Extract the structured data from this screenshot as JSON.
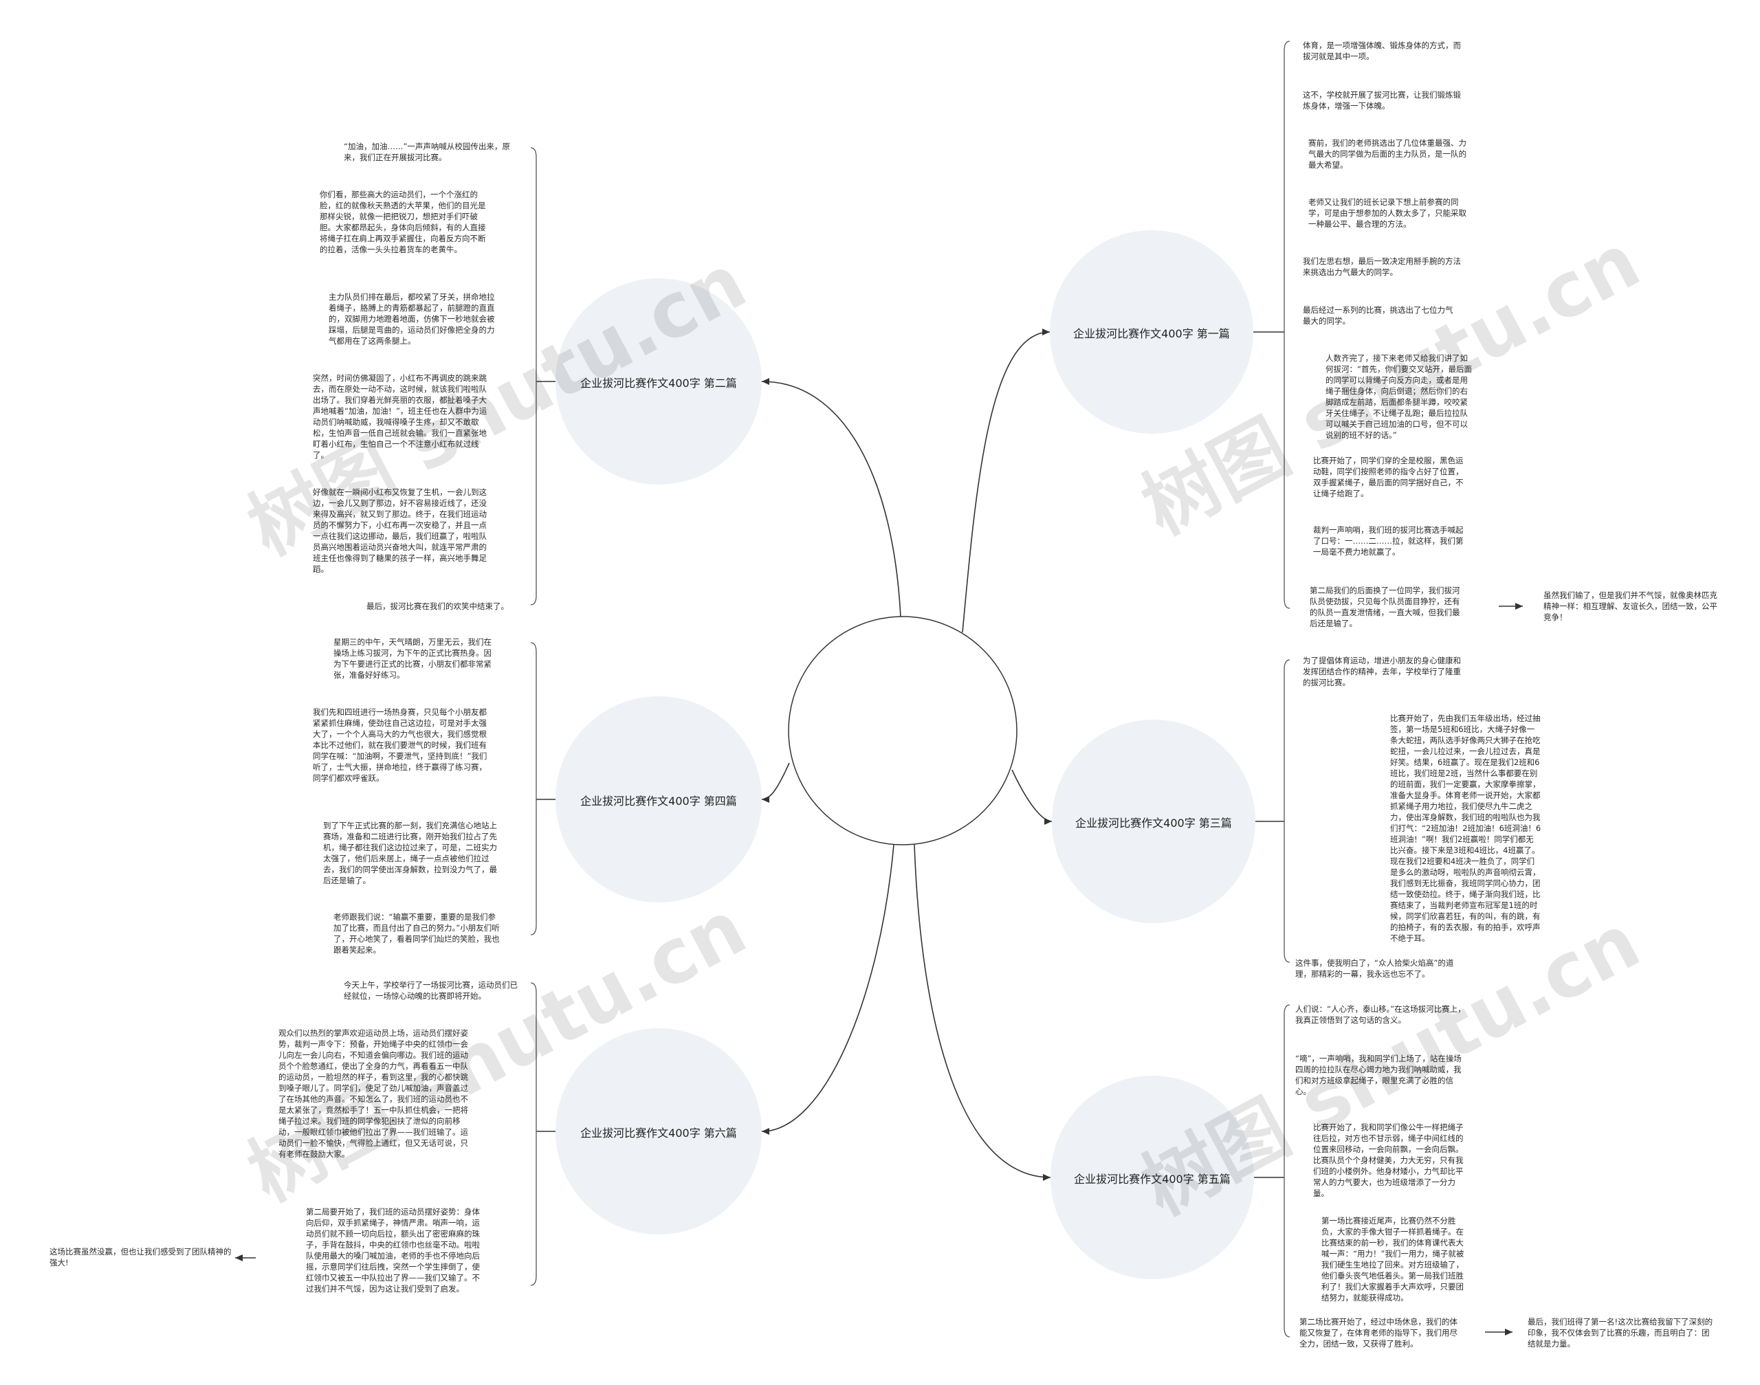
{
  "topics": {
    "t1": "企业拔河比赛作文400字 第一篇",
    "t2": "企业拔河比赛作文400字 第二篇",
    "t3": "企业拔河比赛作文400字 第三篇",
    "t4": "企业拔河比赛作文400字 第四篇",
    "t5": "企业拔河比赛作文400字 第五篇",
    "t6": "企业拔河比赛作文400字 第六篇"
  },
  "t1_items": [
    "体育，是一项增强体魄、锻炼身体的方式，而拔河就是其中一项。",
    "这不，学校就开展了拔河比赛，让我们锻炼锻炼身体，增强一下体魄。",
    "赛前，我们的老师挑选出了几位体重最强、力气最大的同学做为后面的主力队员，是一队的最大希望。",
    "老师又让我们的班长记录下想上前参赛的同学，可是由于想参加的人数太多了，只能采取一种最公平、最合理的方法。",
    "我们左思右想，最后一致决定用掰手腕的方法来挑选出力气最大的同学。",
    "最后经过一系列的比赛，挑选出了七位力气最大的同学。",
    "人数齐完了，接下来老师又给我们讲了如何拔河：“首先，你们要交叉站开，最后面的同学可以背绳子向反方向走，或者是用绳子捆住身体，向后倒退；然后你们的右脚踏成左前踏，后面都条腿半蹲，咬咬紧牙关住绳子，不让绳子乱跑；最后拉拉队可以喊关于自己班加油的口号，但不可以说别的班不好的话。”",
    "比赛开始了，同学们穿的全是校服，黑色运动鞋，同学们按照老师的指令占好了位置，双手握紧绳子，最后面的同学捆好自己，不让绳子给跑了。",
    "裁判一声响哨，我们班的拔河比赛选手喊起了口号：一……二……拉，就这样，我们第一局毫不费力地就赢了。",
    "第二局我们的后面换了一位同学，我们拔河队员使劲拔，只见每个队员面目狰狞，还有的队员一直发泄情绪，一直大喊，但我们最后还是输了。"
  ],
  "t1_sub": "虽然我们输了，但是我们并不气馁，就像奥林匹克精神一样：相互理解、友谊长久，团结一致，公平竞争！",
  "t2_items": [
    "“加油，加油……”一声声呐喊从校园传出来，原来，我们正在开展拔河比赛。",
    "你们看，那些高大的运动员们，一个个涨红的脸，红的就像秋天熟透的大苹果，他们的目光是那样尖锐，就像一把把锐刀，想把对手们吓破胆。大家都昂起头，身体向后倾斜，有的人直接将绳子扛在肩上再双手紧握住，向着反方向不断的拉着，活像一头头拉着货车的老黄牛。",
    "主力队员们排在最后，都咬紧了牙关，拼命地拉着绳子，胳膊上的青筋都暴起了，前腿蹬的直直的，双脚用力地蹬着地面，仿佛下一秒地就会被踩塌，后腿是弯曲的，运动员们好像把全身的力气都用在了这两条腿上。",
    "突然，时间仿佛凝固了，小红布不再调皮的跳来跳去，而在原处一动不动，这时候，就该我们啦啦队出场了。我们穿着光鲜亮丽的衣服，都扯着嗓子大声地喊着“加油，加油！”，班主任也在人群中为运动员们呐喊助威，我喊得嗓子生疼，却又不敢歇松，生怕声音一低自己班就会输。我们一直紧张地盯着小红布，生怕自己一个不注意小红布就过线了。",
    "好像就在一瞬间小红布又恢复了生机，一会儿到这边，一会儿又到了那边，好不容易接近线了，还没来得及高兴，就又到了那边。终于，在我们班运动员的不懈努力下，小红布再一次安稳了，并且一点一点往我们这边挪动，最后，我们班赢了，啦啦队员高兴地围着运动员兴奋地大叫，就连平常严肃的班主任也像得到了糖果的孩子一样，高兴地手舞足蹈。",
    "最后，拔河比赛在我们的欢笑中结束了。"
  ],
  "t3_items": [
    "为了提倡体育运动，增进小朋友的身心健康和发挥团结合作的精神，去年，学校举行了隆重的拔河比赛。",
    "比赛开始了，先由我们五年级出场，经过抽签，第一场是5班和6班比，大绳子好像一条大蛇扭，两队选手好像两只大狮子在抢吃蛇扭，一会儿拉过来，一会儿拉过去，真是好笑。结果，6班赢了。现在是我们2班和6班比，我们班是2班，当然什么事都要在别的班前面，我们一定要赢，大家摩拳擦掌，准备大显身手。体育老师一说开始，大家都抓紧绳子用力地拉，我们使尽九牛二虎之力，使出浑身解数，我们班的啦啦队也为我们打气：“2班加油！2班加油！6班洞油！6班洞油！”啊！我们2班赢啦！同学们都无比兴奋。接下来是3班和4班比，4班赢了。现在我们2班要和4班决一胜负了，同学们是多么的激动呀，啦啦队的声音响彻云霄，我们感到无比振奋，我班同学同心协力，团结一致使劲拉。终于，绳子渐向我们班，比赛结束了，当裁判老师宣布冠军是1班的时候，同学们欣喜若狂，有的叫，有的跳，有的拍椅子，有的丢衣服，有的拍手，欢呼声不绝于耳。",
    "这件事，使我明白了，“众人拾柴火焰高”的道理，那精彩的一幕，我永远也忘不了。"
  ],
  "t4_items": [
    "星期三的中午，天气晴朗，万里无云，我们在操场上练习拔河，为下午的正式比赛热身。因为下午要进行正式的比赛，小朋友们都非常紧张，准备好好练习。",
    "我们先和四班进行一场热身赛，只见每个小朋友都紧紧抓住麻绳，使劲往自己这边拉，可是对手太强大了，一个个人高马大的力气也很大，我们感觉根本比不过他们，就在我们要泄气的时候，我们班有同学在喊：“加油啊，不要泄气，坚持到底！”我们听了，士气大振，拼命地拉，终于赢得了练习赛，同学们都欢呼雀跃。",
    "到了下午正式比赛的那一刻，我们充满信心地站上赛场，准备和二班进行比赛，刚开始我们拉占了先机，绳子都往我们这边拉过来了，可是，二班实力太强了，他们后来居上，绳子一点点被他们拉过去，我们的同学使出浑身解数，拉到没力气了，最后还是输了。",
    "老师跟我们说：“输赢不重要，重要的是我们参加了比赛，而且付出了自己的努力。”小朋友们听了，开心地笑了，看着同学们灿烂的笑脸，我也跟着笑起来。"
  ],
  "t5_items": [
    "人们说：“人心齐，泰山移。”在这场拔河比赛上，我真正领悟到了这句话的含义。",
    "“嘀”，一声响哨，我和同学们上场了，站在操场四周的拉拉队在尽心竭力地为我们呐喊助威，我们和对方班级拿起绳子，眼里充满了必胜的信心。",
    "比赛开始了，我和同学们像公牛一样把绳子往后拉，对方也不甘示弱，绳子中间红线的位置来回移动，一会向前飘，一会向后飘。比赛队员个个身材健美，力大无穷，只有我们班的小楼例外。他身材矮小，力气却比平常人的力气要大，也为班级增添了一分力量。",
    "第一场比赛接近尾声，比赛仍然不分胜负，大家的手像大钳子一样抓着绳子。在比赛结束的前一秒，我们的体育课代表大喊一声：“用力！”我们一用力，绳子就被我们硬生生地拉了回来。对方班级输了，他们垂头丧气地低着头。第一局我们班胜利了！我们大家握着手大声欢呼，只要团结努力，就能获得成功。",
    "第二场比赛开始了，经过中场休息，我们的体能又恢复了，在体育老师的指导下，我们用尽全力，团结一致，又获得了胜利。"
  ],
  "t5_sub": "最后，我们班得了第一名!这次比赛给我留下了深刻的印象，我不仅体会到了比赛的乐趣，而且明白了：团结就是力量。",
  "t6_items": [
    "今天上午，学校举行了一场拔河比赛，运动员们已经就位，一场惊心动魄的比赛即将开始。",
    "观众们以热烈的掌声欢迎运动员上场，运动员们摆好姿势，裁判一声令下：预备，开始绳子中央的红领巾一会儿向左一会儿向右，不知道会偏向哪边。我们班的运动员个个脸憋通红，使出了全身的力气，再看看五一中队的运动员，一脸坦然的样子，看到这里，我的心都快跳到嗓子眼儿了。同学们，使足了劲儿喊加油，声音盖过了在场其他的声音。不知怎么了，我们班的运动员也不是太紧张了，竟然松手了！五一中队抓住机会，一把将绳子拉过来。我们班的同学像犯困扶了泄似的向前移动，一般眼红领巾被他们拉出了界——我们班输了。运动员们一脸不愉快，气得脸上通红，但又无话可说，只有老师在鼓励大家。",
    "第二局要开始了，我们班的运动员摆好姿势：身体向后仰，双手抓紧绳子，神情严肃。哨声一响，运动员们就不顾一切向后拉，额头出了密密麻麻的珠子，手背在鼓抖，中央的红领巾也丝毫不动。啦啦队使用最大的嗓门喊加油，老师的手也不停地向后摇，示意同学们往后拽，突然一个学生摔倒了，使红领巾又被五一中队拉出了界——我们又输了。不过我们并不气馁，因为这让我们受到了启发。"
  ],
  "t6_sub": "这场比赛虽然没赢，但也让我们感受到了团队精神的强大!",
  "watermark": [
    "树图 shutu.cn",
    "树图 shutu.cn",
    "树图 shutu.cn",
    "树图 shutu.cn"
  ],
  "colors": {
    "line": "#333333",
    "bubble": "#eef1f5",
    "center_fill": "#ffffff"
  }
}
